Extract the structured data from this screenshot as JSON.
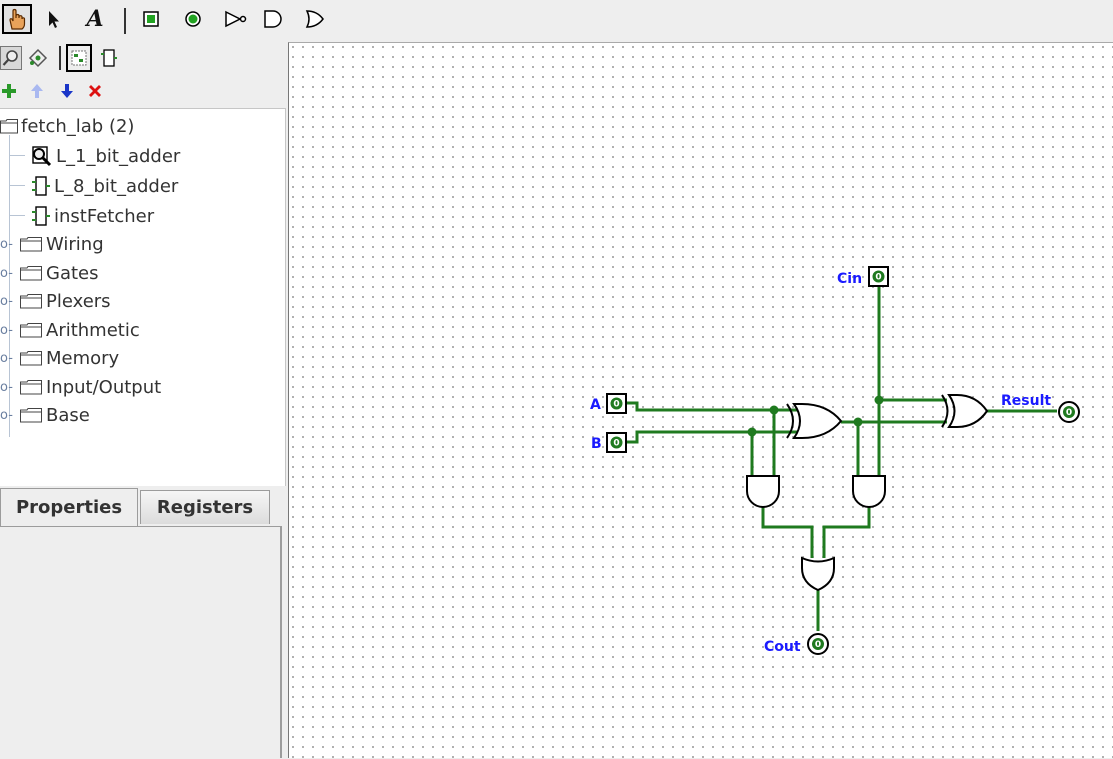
{
  "toolbar": {
    "tools": [
      "hand-poke-tool",
      "select-tool",
      "text-tool",
      "input-pin-tool",
      "output-pin-tool",
      "not-gate-tool",
      "and-gate-tool",
      "or-gate-tool"
    ],
    "text_tool_glyph": "A"
  },
  "explorer": {
    "project": {
      "label": "fetch_lab (2)"
    },
    "circuits": [
      {
        "label": "L_1_bit_adder",
        "icon": "magnifier-circuit-icon"
      },
      {
        "label": "L_8_bit_adder",
        "icon": "circuit-icon"
      },
      {
        "label": "instFetcher",
        "icon": "circuit-icon"
      }
    ],
    "libraries": [
      {
        "label": "Wiring"
      },
      {
        "label": "Gates"
      },
      {
        "label": "Plexers"
      },
      {
        "label": "Arithmetic"
      },
      {
        "label": "Memory"
      },
      {
        "label": "Input/Output"
      },
      {
        "label": "Base"
      }
    ]
  },
  "tabs": {
    "properties": "Properties",
    "registers": "Registers"
  },
  "circuit": {
    "pins": {
      "a": {
        "label": "A",
        "value": "0"
      },
      "b": {
        "label": "B",
        "value": "0"
      },
      "cin": {
        "label": "Cin",
        "value": "0"
      },
      "result": {
        "label": "Result",
        "value": "0"
      },
      "cout": {
        "label": "Cout",
        "value": "0"
      }
    },
    "colors": {
      "wire": "#1f7a1f",
      "label": "#1a1aff",
      "pin_fill": "#1f7a1f"
    }
  }
}
